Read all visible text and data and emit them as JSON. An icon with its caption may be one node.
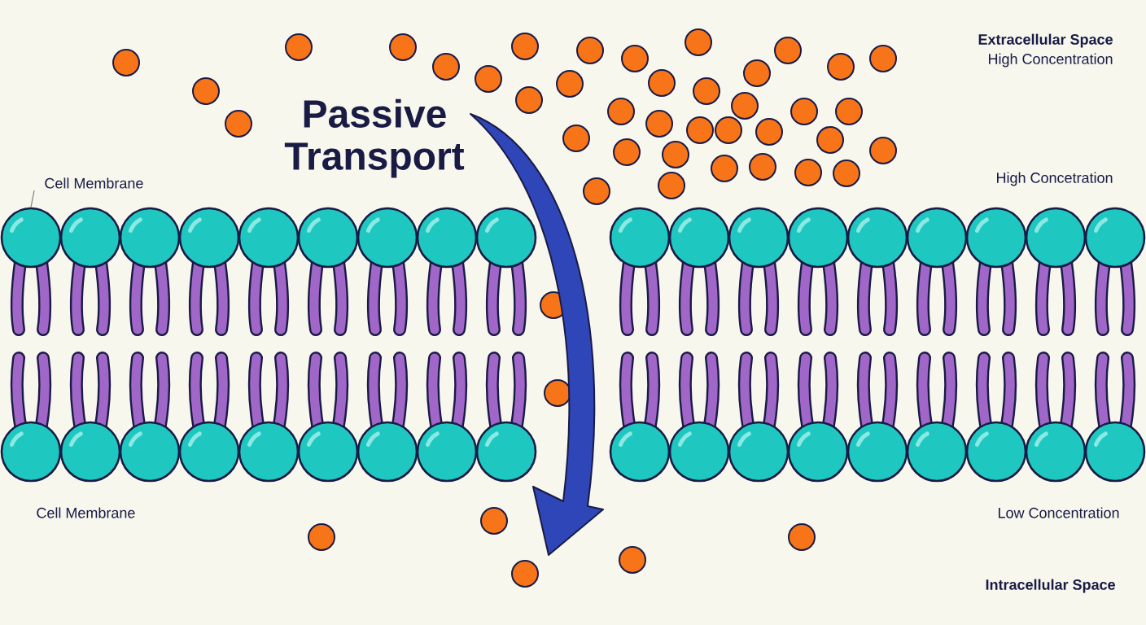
{
  "diagram": {
    "title": "Passive Transport",
    "nodes": [
      {
        "text": [
          "Cell Membrane"
        ]
      },
      {
        "text": [],
        "shape": "circle"
      }
    ],
    "edges": [
      {
        "from": 0,
        "to": 1,
        "arrow": "none"
      }
    ],
    "labels": [
      "Extracellular Space",
      "High Concentration",
      "High Concetration",
      "Cell Membrane",
      "Low Concentration",
      "Intracellular Space"
    ]
  }
}
